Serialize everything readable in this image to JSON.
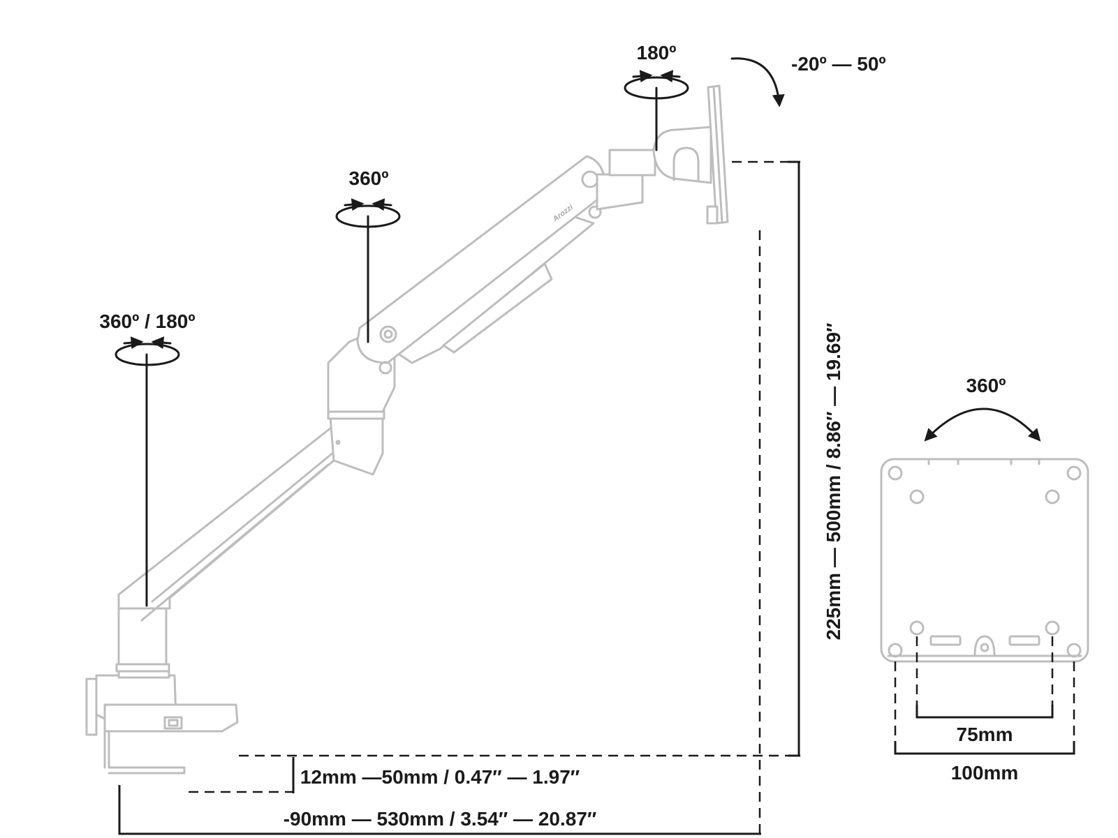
{
  "brand": "Arozzi",
  "rotation_labels": {
    "base": "360º / 180º",
    "elbow": "360º",
    "head": "180º",
    "tilt": "-20º — 50º",
    "vesa_rotate": "360º"
  },
  "dimensions": {
    "height": "225mm — 500mm / 8.86″ — 19.69″",
    "clamp": "12mm —50mm / 0.47″ — 1.97″",
    "reach": "-90mm — 530mm / 3.54″ — 20.87″",
    "vesa_small": "75mm",
    "vesa_large": "100mm"
  }
}
